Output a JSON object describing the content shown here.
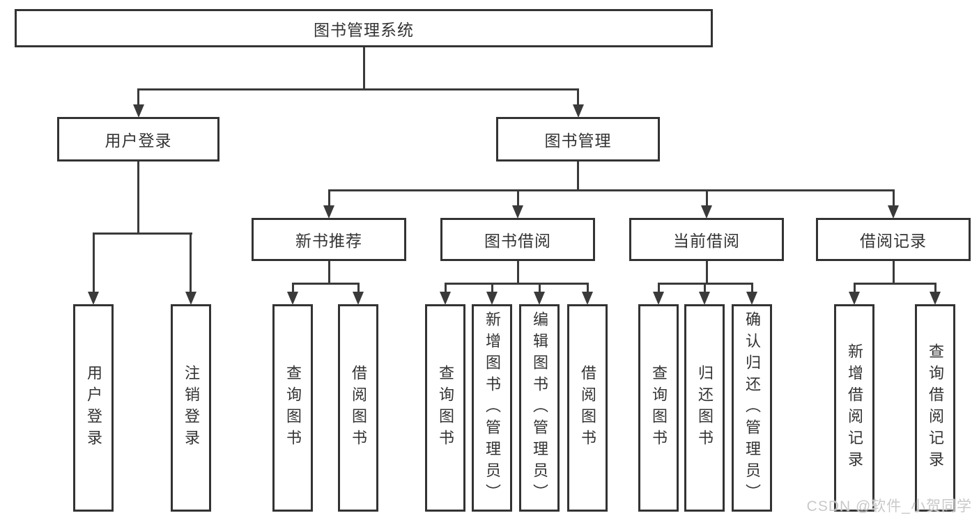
{
  "diagram": {
    "root": {
      "label": "图书管理系统"
    },
    "level1": [
      {
        "label": "用户登录"
      },
      {
        "label": "图书管理"
      }
    ],
    "level2": [
      {
        "label": "新书推荐"
      },
      {
        "label": "图书借阅"
      },
      {
        "label": "当前借阅"
      },
      {
        "label": "借阅记录"
      }
    ],
    "leaves": [
      {
        "label": "用户登录"
      },
      {
        "label": "注销登录"
      },
      {
        "label": "查询图书"
      },
      {
        "label": "借阅图书"
      },
      {
        "label": "查询图书"
      },
      {
        "label": "新增图书（管理员）"
      },
      {
        "label": "编辑图书（管理员）"
      },
      {
        "label": "借阅图书"
      },
      {
        "label": "查询图书"
      },
      {
        "label": "归还图书"
      },
      {
        "label": "确认归还（管理员）"
      },
      {
        "label": "新增借阅记录"
      },
      {
        "label": "查询借阅记录"
      }
    ]
  },
  "watermark": {
    "text": "CSDN @软件_小贺同学"
  },
  "colors": {
    "line": "#3a3a3a",
    "border": "#333333",
    "text": "#333333",
    "watermark": "#c9c9c9",
    "background": "#ffffff"
  }
}
